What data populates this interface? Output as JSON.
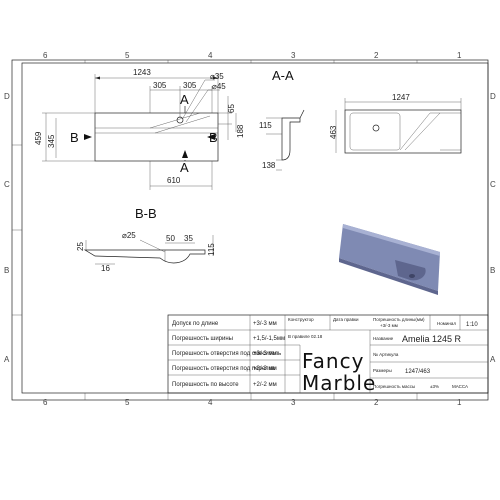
{
  "zones": {
    "columns": [
      "6",
      "5",
      "4",
      "3",
      "2",
      "1"
    ],
    "rows_left": [
      "D",
      "C",
      "B",
      "A"
    ],
    "rows_right": [
      "D",
      "C",
      "B",
      "A"
    ]
  },
  "top_view": {
    "overall_width": "1243",
    "dim_305_a": "305",
    "dim_305_b": "305",
    "diam_35": "⌀35",
    "diam_45": "⌀45",
    "dim_65": "65",
    "dim_188": "188",
    "dim_459": "459",
    "dim_345": "345",
    "dim_610": "610",
    "marker_a_top": "A",
    "marker_a_bottom": "A",
    "marker_b_left": "B",
    "marker_b_right": "B"
  },
  "section_aa": {
    "title": "A-A",
    "dim_115": "115",
    "dim_138": "138"
  },
  "right_view": {
    "overall_width": "1247",
    "dim_463": "463"
  },
  "section_bb": {
    "title": "B-B",
    "diam_25": "⌀25",
    "dim_50": "50",
    "dim_35": "35",
    "dim_25": "25",
    "dim_115": "115",
    "dim_16": "16"
  },
  "title_block": {
    "tol_rows": [
      {
        "label": "Допуск по длине",
        "value": "+3/-3 мм"
      },
      {
        "label": "Погрешность ширины",
        "value": "+1,5/-1,5мм"
      },
      {
        "label": "Погрешность отверстия под смеситель",
        "value": "+3/-3 мм"
      },
      {
        "label": "Погрешность отверстия под перелив",
        "value": "+3/-3 мм"
      },
      {
        "label": "Погрешность по высоте",
        "value": "+2/-2 мм"
      }
    ],
    "designer_label": "Конструктор",
    "date_label": "Дата правки",
    "revision_note": "В правиле 02.18",
    "length_tol_label": "Погрешность длины(мм)",
    "length_tol_value": "+3/-3 мм",
    "nominal_label": "Номинал",
    "scale": "1:10",
    "brand_line1": "Fancy",
    "brand_line2": "Marble",
    "name_label": "Название",
    "product_name": "Amelia 1245 R",
    "article_label": "№ Артикула",
    "size_label": "Размеры",
    "size_value": "1247/463",
    "mass_tol_label": "Погрешность массы",
    "mass_tol_value": "±3%",
    "mass_label": "МАССА"
  },
  "colors": {
    "render_fill": "#7f8ab3",
    "render_dark": "#5e668e",
    "render_light": "#a8b1d3"
  }
}
